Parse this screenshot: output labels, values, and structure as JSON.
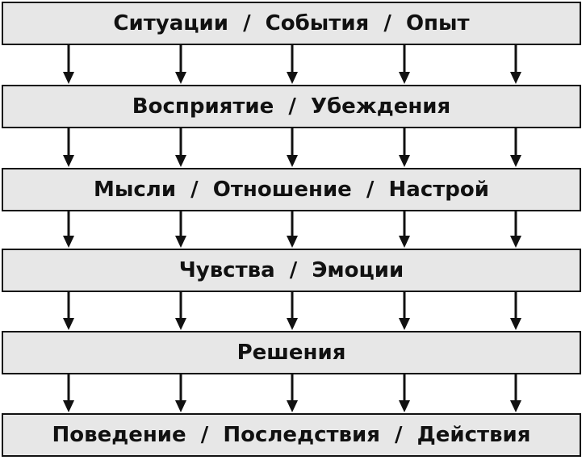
{
  "steps": [
    "Ситуации  /  События  /  Опыт",
    "Восприятие  /  Убеждения",
    "Мысли  /  Отношение  /  Настрой",
    "Чувства  /  Эмоции",
    "Решения",
    "Поведение  /  Последствия  /  Действия"
  ],
  "colors": {
    "box_fill": "#e7e7e7",
    "stroke": "#111111",
    "text": "#111111"
  }
}
